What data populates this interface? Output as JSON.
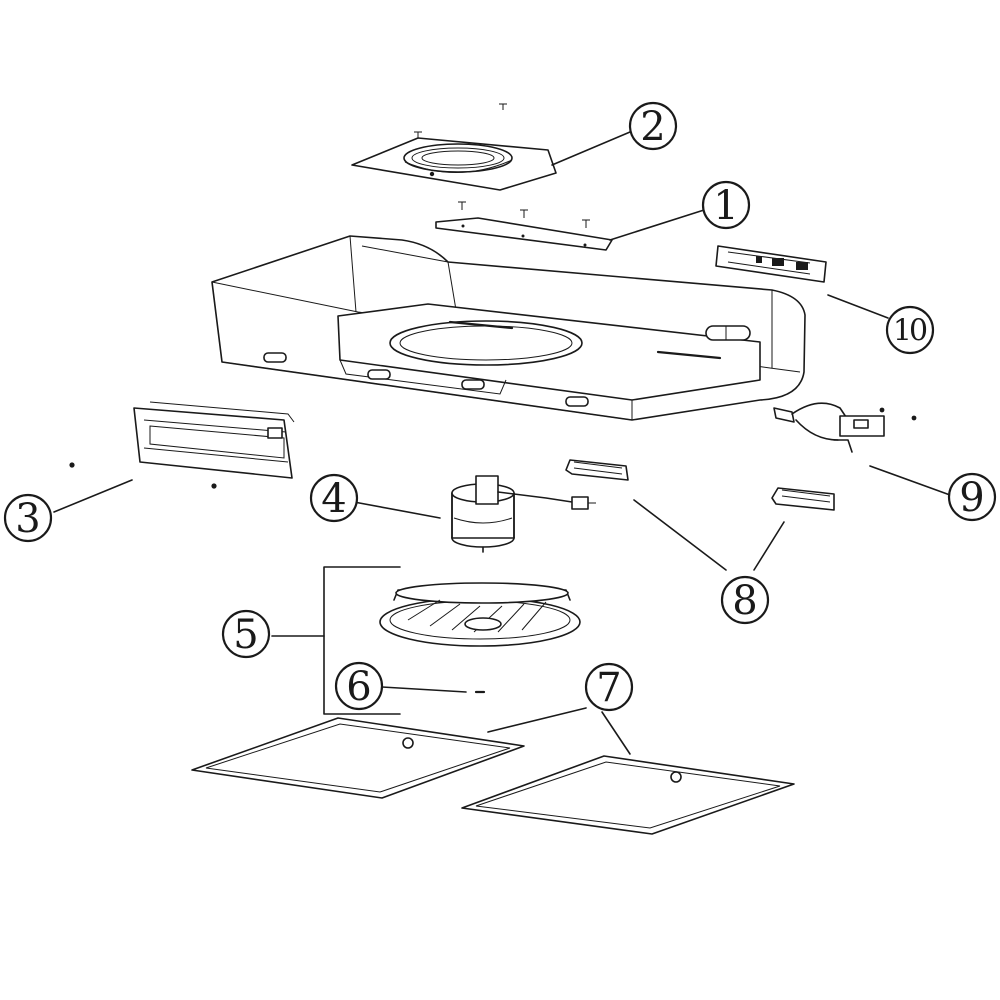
{
  "callouts": {
    "c1": "1",
    "c2": "2",
    "c3": "3",
    "c4": "4",
    "c5": "5",
    "c6": "6",
    "c7": "7",
    "c8": "8",
    "c9": "9",
    "c10": "10"
  },
  "colors": {
    "line": "#1a1a1a",
    "background": "#ffffff",
    "shade": "#e9e9e9"
  }
}
